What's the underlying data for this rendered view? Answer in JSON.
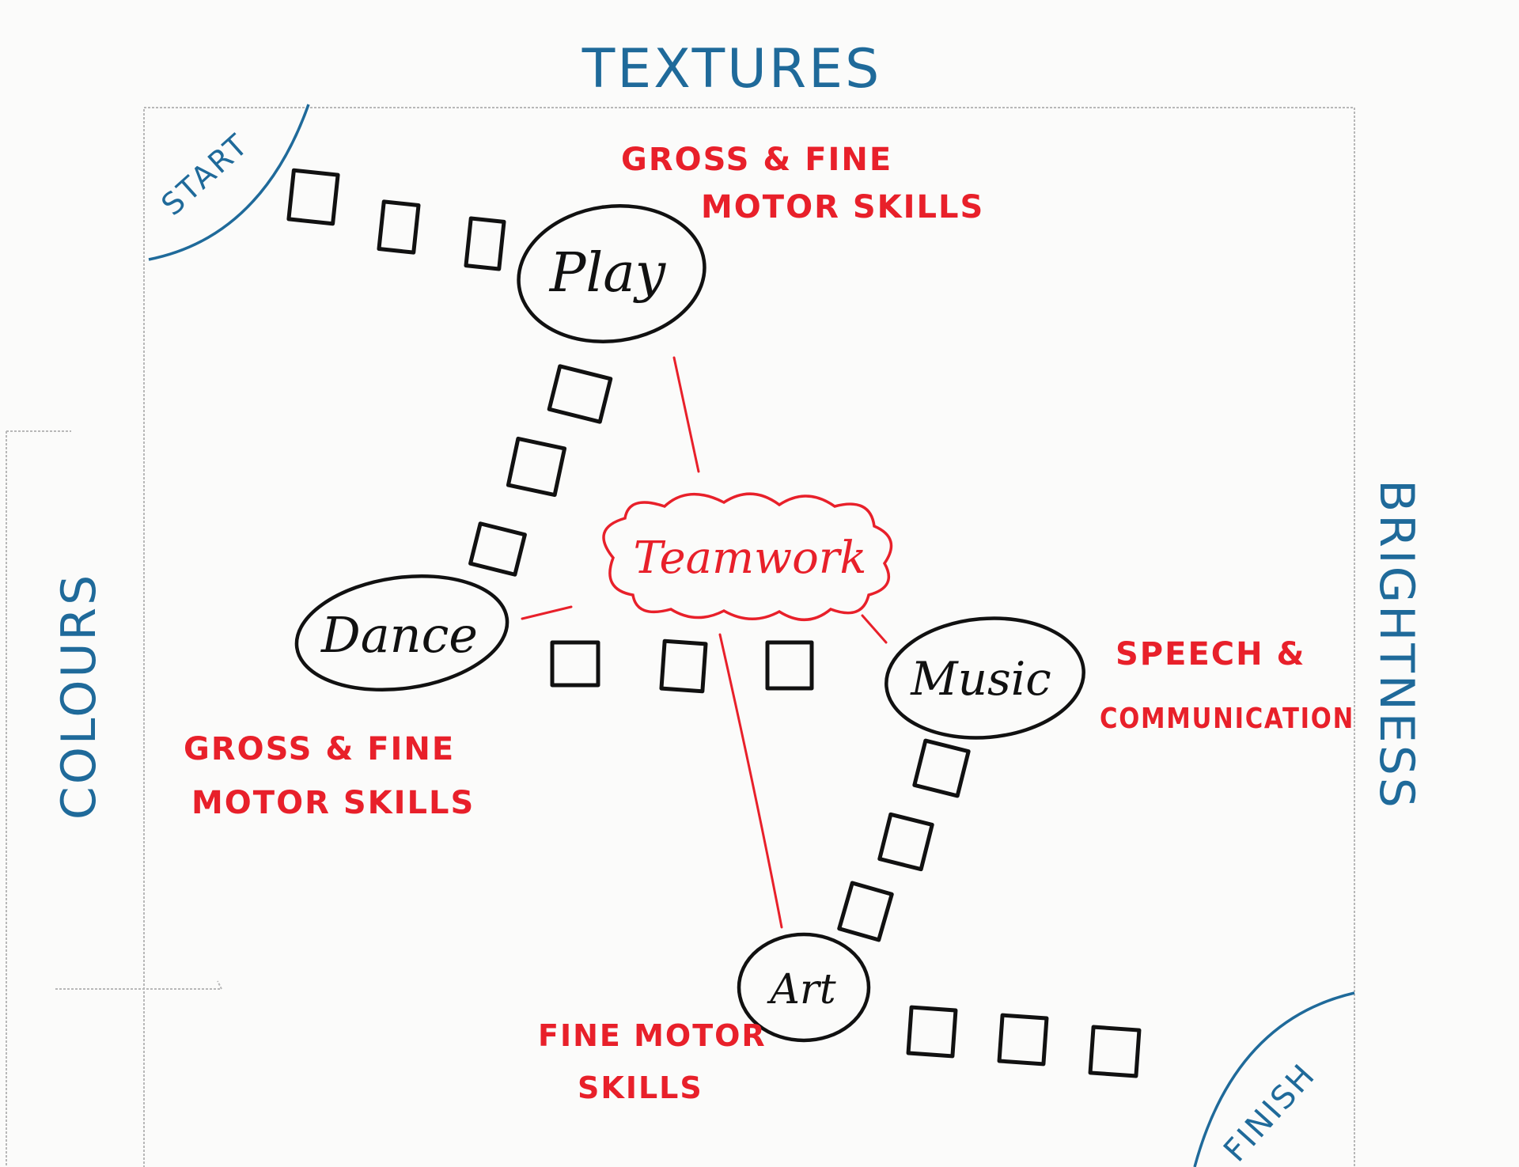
{
  "diagram": {
    "sides": {
      "top": "TEXTURES",
      "left": "COLOURS",
      "right": "BRIGHTNESS"
    },
    "corners": {
      "start": "START",
      "finish": "FINISH"
    },
    "nodes": {
      "play": "Play",
      "dance": "Dance",
      "music": "Music",
      "art": "Art",
      "teamwork": "Teamwork"
    },
    "annotations": {
      "play_line1": "GROSS & FINE",
      "play_line2": "MOTOR SKILLS",
      "dance_line1": "GROSS & FINE",
      "dance_line2": "MOTOR SKILLS",
      "music_line1": "SPEECH &",
      "music_line2": "COMMUNICATION",
      "art_line1": "FINE MOTOR",
      "art_line2": "SKILLS"
    },
    "colors": {
      "ink": "#111111",
      "red": "#e8202a",
      "blue": "#1f6a9a"
    }
  }
}
